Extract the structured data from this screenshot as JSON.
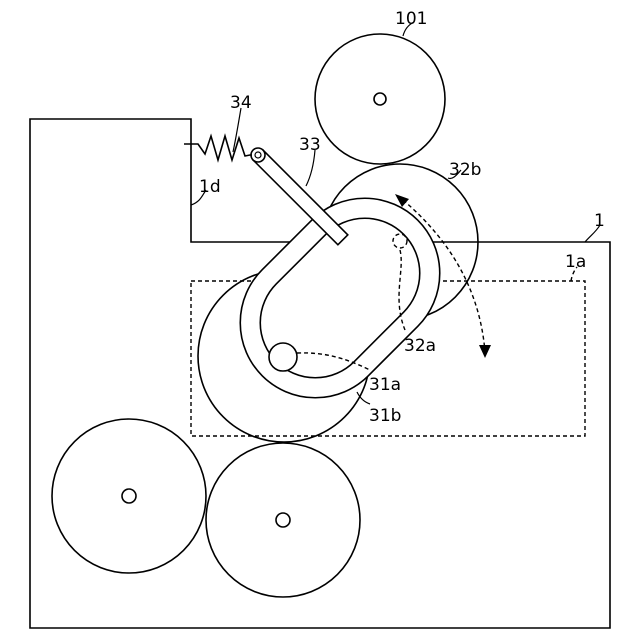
{
  "labels": {
    "roller_101": "101",
    "spring_34": "34",
    "arm_33": "33",
    "roller_32b": "32b",
    "wall_1d": "1d",
    "housing_1": "1",
    "area_1a": "1a",
    "pivot_32a": "32a",
    "shaft_31a": "31a",
    "roller_31b": "31b"
  }
}
